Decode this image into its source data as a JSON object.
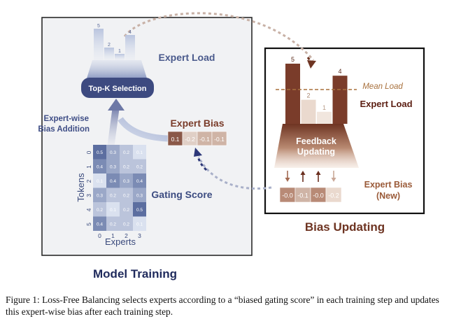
{
  "left_panel": {
    "title": "Model Training",
    "expert_load_label": "Expert Load",
    "topk_label": "Top-K Selection",
    "bias_addition_label": [
      "Expert-wise",
      "Bias Addition"
    ],
    "expert_bias_label": "Expert Bias",
    "expert_bias_values": [
      "0.1",
      "-0.2",
      "-0.1",
      "-0.1"
    ],
    "gating_score_label": "Gating Score",
    "tokens_label": "Tokens",
    "experts_label": "Experts",
    "token_ticks": [
      "0",
      "1",
      "2",
      "3",
      "4",
      "5"
    ],
    "expert_ticks": [
      "0",
      "1",
      "2",
      "3"
    ],
    "gating_matrix": [
      [
        "0.5",
        "0.3",
        "0.2",
        "0.1"
      ],
      [
        "0.4",
        "0.3",
        "0.2",
        "0.2"
      ],
      [
        "0.1",
        "0.4",
        "0.3",
        "0.4"
      ],
      [
        "0.3",
        "0.2",
        "0.2",
        "0.3"
      ],
      [
        "0.2",
        "0.1",
        "0.2",
        "0.5"
      ],
      [
        "0.4",
        "0.2",
        "0.2",
        "0.1"
      ]
    ],
    "load_values": [
      5,
      2,
      1,
      4
    ],
    "load_labels": [
      "5",
      "2",
      "1",
      "4"
    ]
  },
  "right_panel": {
    "title": "Bias Updating",
    "mean_load_label": "Mean Load",
    "expert_load_label": "Expert Load",
    "feedback_label": [
      "Feedback",
      "Updating"
    ],
    "expert_bias_label": [
      "Expert Bias",
      "(New)"
    ],
    "new_bias_values": [
      "-0.0",
      "-0.1",
      "-0.0",
      "-0.2"
    ],
    "load_values": [
      5,
      2,
      1,
      4
    ],
    "load_labels": [
      "5",
      "2",
      "1",
      "4"
    ],
    "update_arrows": [
      "down",
      "up",
      "up",
      "down"
    ]
  },
  "caption": "Figure 1: Loss-Free Balancing selects experts according to a “biased gating score” in each training step and updates this expert-wise bias after each training step.",
  "colors": {
    "navy": "#3a4a7c",
    "brown": "#7a3c2a",
    "bias_box_dark": "#8a5848"
  }
}
